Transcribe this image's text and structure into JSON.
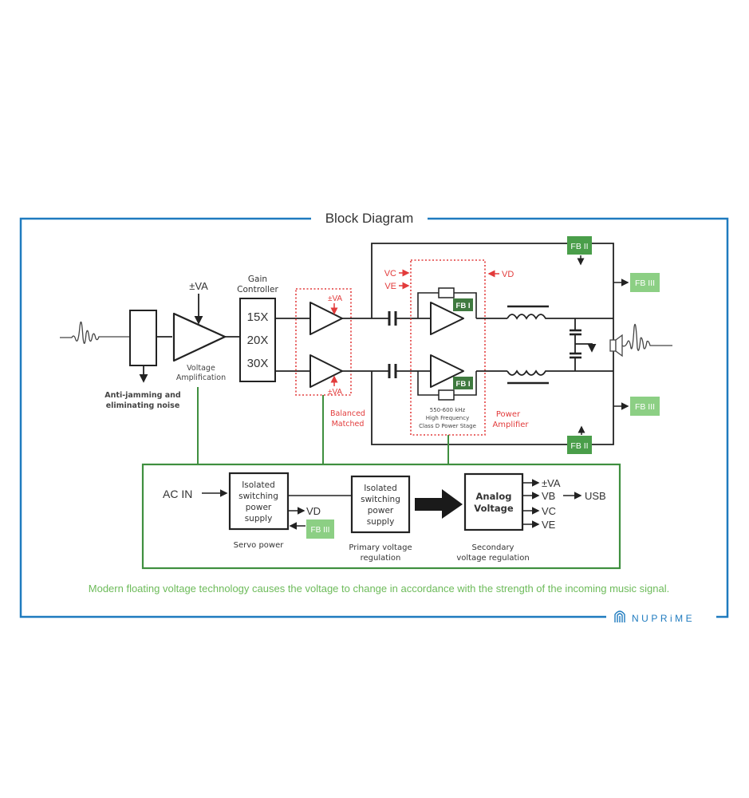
{
  "title": "Block Diagram",
  "brand": "NUPRiME",
  "colors": {
    "frame": "#1f7bbf",
    "line": "#222222",
    "red": "#e23b3b",
    "green_dark": "#3f8f3f",
    "green_mid": "#4a9e4a",
    "green_light": "#8ccf84",
    "caption": "#6dbb5a"
  },
  "input_stage": {
    "filter_label_1": "Anti-jamming and",
    "filter_label_2": "eliminating noise",
    "supply": "±VA",
    "amp_label_1": "Voltage",
    "amp_label_2": "Amplification"
  },
  "gain_controller": {
    "title_1": "Gain",
    "title_2": "Controller",
    "options": [
      "15X",
      "20X",
      "30X"
    ]
  },
  "balanced_stage": {
    "supply_top": "±VA",
    "supply_bottom": "±VA",
    "label_1": "Balanced",
    "label_2": "Matched"
  },
  "power_stage": {
    "input_vc": "VC",
    "input_ve": "VE",
    "input_vd": "VD",
    "fb_top": "FB I",
    "fb_bottom": "FB I",
    "spec_1": "550-600 kHz",
    "spec_2": "High Frequency",
    "spec_3": "Class D Power Stage",
    "label_1": "Power",
    "label_2": "Amplifier"
  },
  "feedback": {
    "fb2_top": "FB II",
    "fb2_bottom": "FB II",
    "fb3_top": "FB III",
    "fb3_bottom": "FB III"
  },
  "power_supply": {
    "ac_in": "AC IN",
    "servo_box": [
      "Isolated",
      "switching",
      "power",
      "supply"
    ],
    "servo_out": "VD",
    "servo_fb": "FB III",
    "servo_label": "Servo power",
    "primary_box": [
      "Isolated",
      "switching",
      "power",
      "supply"
    ],
    "primary_label_1": "Primary voltage",
    "primary_label_2": "regulation",
    "analog_box_1": "Analog",
    "analog_box_2": "Voltage",
    "outputs": [
      "±VA",
      "VB",
      "VC",
      "VE"
    ],
    "usb": "USB",
    "secondary_label_1": "Secondary",
    "secondary_label_2": "voltage regulation"
  },
  "caption": "Modern floating voltage technology causes the voltage to change in accordance with the strength of the incoming music signal."
}
